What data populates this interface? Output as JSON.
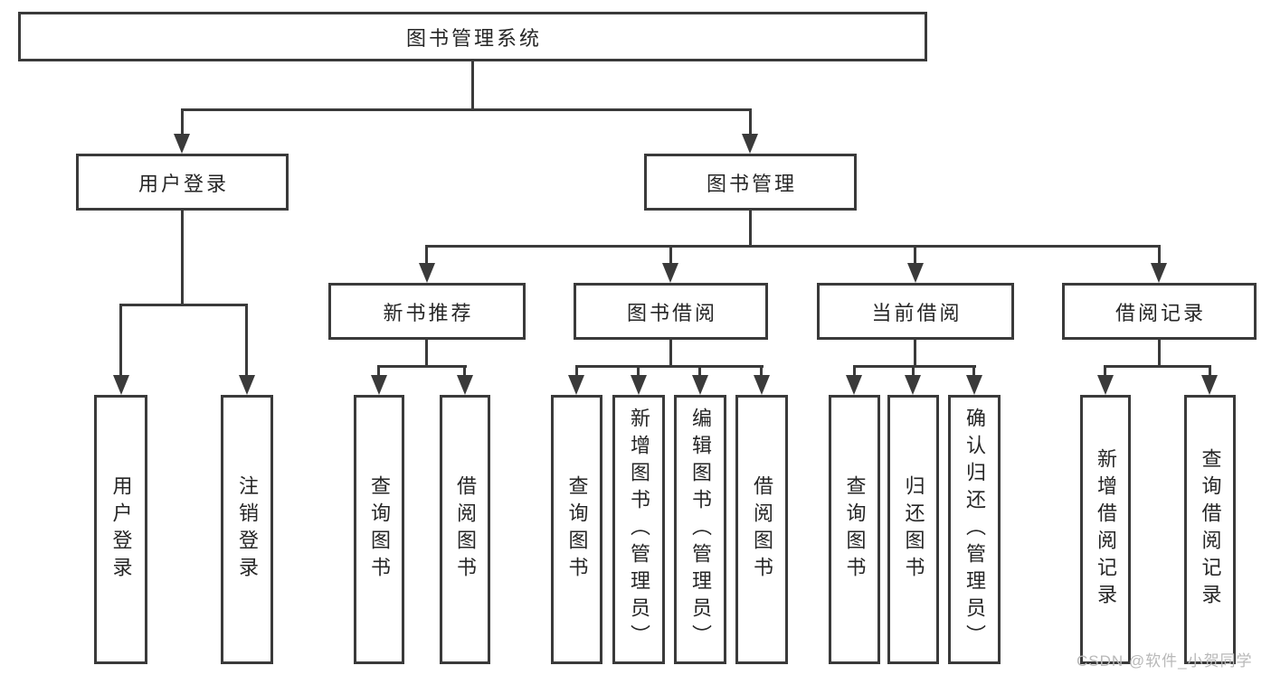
{
  "diagram": {
    "root": "图书管理系统",
    "user_login": {
      "label": "用户登录",
      "children": [
        "用户登录",
        "注销登录"
      ]
    },
    "book_management": {
      "label": "图书管理",
      "sections": [
        {
          "label": "新书推荐",
          "children": [
            "查询图书",
            "借阅图书"
          ]
        },
        {
          "label": "图书借阅",
          "children": [
            "查询图书",
            "新增图书（管理员）",
            "编辑图书（管理员）",
            "借阅图书"
          ]
        },
        {
          "label": "当前借阅",
          "children": [
            "查询图书",
            "归还图书",
            "确认归还（管理员）"
          ]
        },
        {
          "label": "借阅记录",
          "children": [
            "新增借阅记录",
            "查询借阅记录"
          ]
        }
      ]
    }
  },
  "watermark": "CSDN @软件_小贺同学",
  "colors": {
    "line": "#3a3a3a",
    "text": "#262626",
    "watermark": "#b8b8b8",
    "background": "#ffffff"
  }
}
